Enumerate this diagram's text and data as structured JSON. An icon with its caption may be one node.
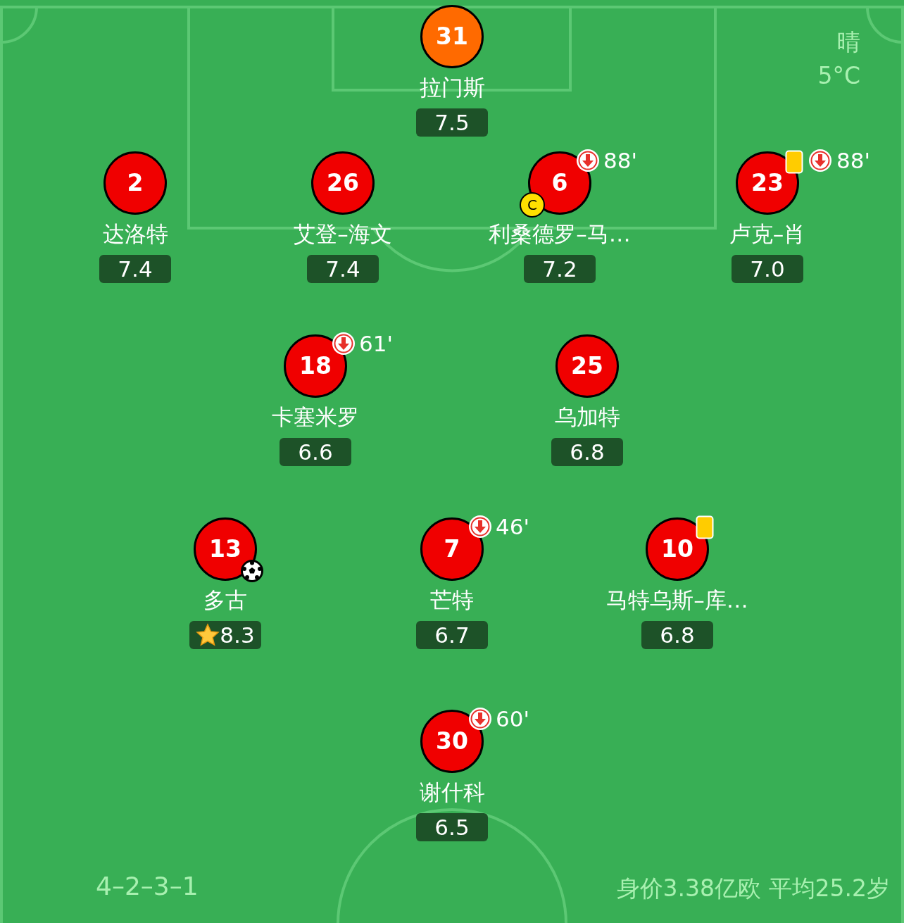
{
  "diagram": {
    "nodes": [
      {
        "text": [
          "31",
          "拉门斯",
          "7.5"
        ]
      },
      {
        "text": [
          "2",
          "达洛特",
          "7.4"
        ]
      },
      {
        "text": [
          "26",
          "艾登–海文",
          "7.4"
        ]
      },
      {
        "text": [
          "6",
          "利桑德罗–马…",
          "7.2",
          "88'"
        ]
      },
      {
        "text": [
          "23",
          "卢克–肖",
          "7.0",
          "88'"
        ]
      },
      {
        "text": [
          "18",
          "卡塞米罗",
          "6.6",
          "61'"
        ]
      },
      {
        "text": [
          "25",
          "乌加特",
          "6.8"
        ]
      },
      {
        "text": [
          "13",
          "多古",
          "8.3"
        ]
      },
      {
        "text": [
          "7",
          "芒特",
          "6.7",
          "46'"
        ]
      },
      {
        "text": [
          "10",
          "马特乌斯–库…",
          "6.8"
        ]
      },
      {
        "text": [
          "30",
          "谢什科",
          "6.5",
          "60'"
        ]
      }
    ],
    "labels": [
      "晴",
      "5°C",
      "C",
      "4–2–3–1",
      "身价3.38亿欧  平均25.2岁"
    ]
  }
}
